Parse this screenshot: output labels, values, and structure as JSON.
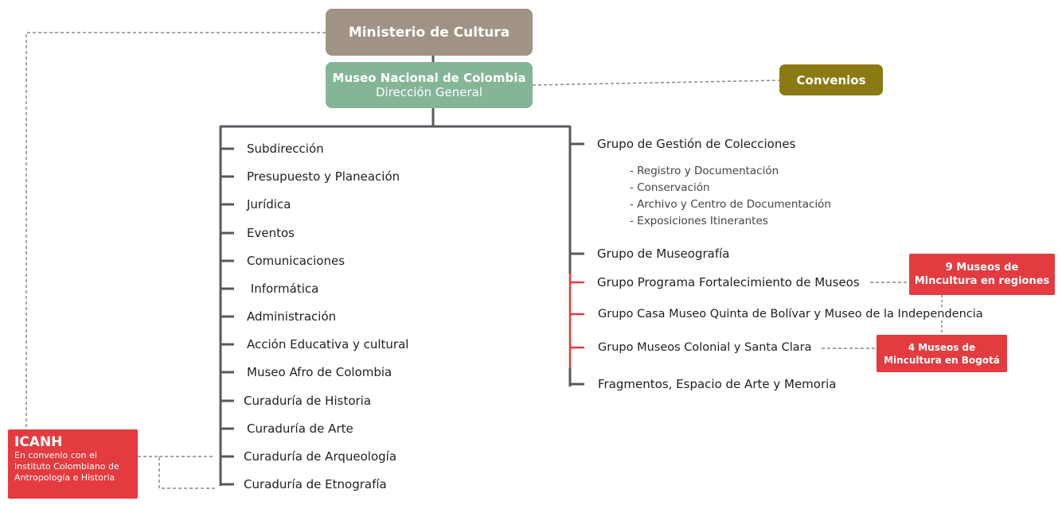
{
  "colors": {
    "ministerio": "#a09383",
    "museo": "#84b596",
    "convenios": "#8b7a14",
    "red": "#e33b3f",
    "connector": "#555a60",
    "dashed": "#8a8a8a"
  },
  "ministerio": {
    "label": "Ministerio de Cultura"
  },
  "museo": {
    "title": "Museo Nacional de Colombia",
    "subtitle": "Dirección General"
  },
  "convenios": {
    "label": "Convenios"
  },
  "left_branch": [
    "Subdirección",
    "Presupuesto y Planeación",
    "Jurídica",
    "Eventos",
    "Comunicaciones",
    " Informática",
    "Administración",
    "Acción Educativa y cultural",
    "Museo Afro de Colombia",
    "Curaduría de Historia",
    "Curaduría de Arte",
    "Curaduría de Arqueología",
    "Curaduría de Etnografía"
  ],
  "right_branch": {
    "colecciones": "Grupo de Gestión de Colecciones",
    "colecciones_sub": [
      "- Registro y Documentación",
      "- Conservación",
      "- Archivo y Centro de Documentación",
      "- Exposiciones Itinerantes"
    ],
    "museografia": "Grupo de Museografía",
    "fortalecimiento": "Grupo Programa Fortalecimiento de Museos",
    "casa_museo": "Grupo Casa Museo Quinta de Bolívar y Museo de la Independencia",
    "colonial": "Grupo Museos Colonial y Santa Clara",
    "fragmentos": "Fragmentos, Espacio de Arte y Memoria"
  },
  "museos_regiones": {
    "line1": "9 Museos de",
    "line2": "Mincultura en regiones"
  },
  "museos_bogota": {
    "line1": "4 Museos de",
    "line2": "Mincultura en Bogotá"
  },
  "icanh": {
    "title": "ICANH",
    "text": "En convenio con el\nInstituto Colombiano de\nAntropología e Historia"
  }
}
